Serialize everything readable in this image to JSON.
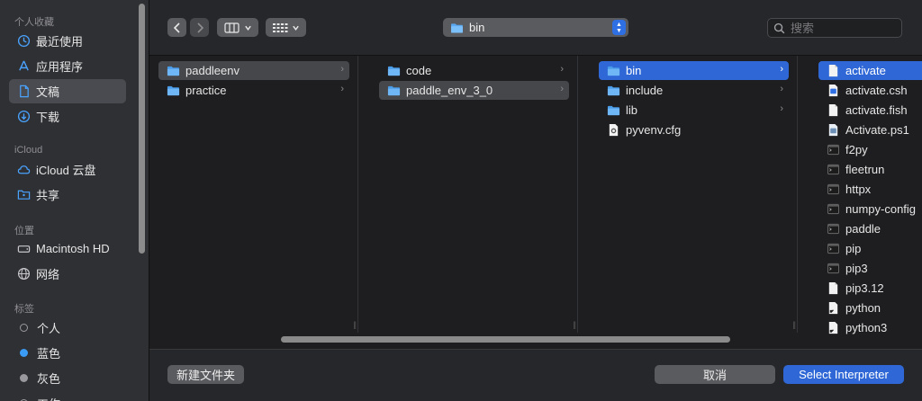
{
  "sidebar": {
    "favorites_title": "个人收藏",
    "favorites": [
      {
        "label": "最近使用",
        "icon": "clock-icon"
      },
      {
        "label": "应用程序",
        "icon": "apps-icon"
      },
      {
        "label": "文稿",
        "icon": "document-icon",
        "selected": true
      },
      {
        "label": "下载",
        "icon": "download-icon"
      }
    ],
    "icloud_title": "iCloud",
    "icloud": [
      {
        "label": "iCloud 云盘",
        "icon": "cloud-icon"
      },
      {
        "label": "共享",
        "icon": "shared-folder-icon"
      }
    ],
    "locations_title": "位置",
    "locations": [
      {
        "label": "Macintosh HD",
        "icon": "hard-drive-icon"
      },
      {
        "label": "网络",
        "icon": "globe-icon"
      }
    ],
    "tags_title": "标签",
    "tags": [
      {
        "label": "个人",
        "color": "none"
      },
      {
        "label": "蓝色",
        "color": "#3b9cf5"
      },
      {
        "label": "灰色",
        "color": "#98989d"
      },
      {
        "label": "工作",
        "color": "none"
      }
    ]
  },
  "toolbar": {
    "back_icon": "chevron-left-icon",
    "forward_icon": "chevron-right-icon",
    "view_icon": "columns-view-icon",
    "group_icon": "grid-group-icon",
    "path_label": "bin",
    "search_placeholder": "搜索"
  },
  "columns": [
    {
      "items": [
        {
          "label": "paddleenv",
          "type": "folder",
          "chevron": "›",
          "state": "gray"
        },
        {
          "label": "practice",
          "type": "folder",
          "chevron": "›",
          "state": ""
        }
      ]
    },
    {
      "items": [
        {
          "label": "code",
          "type": "folder",
          "chevron": "›",
          "state": ""
        },
        {
          "label": "paddle_env_3_0",
          "type": "folder",
          "chevron": "›",
          "state": "gray"
        }
      ]
    },
    {
      "items": [
        {
          "label": "bin",
          "type": "folder",
          "chevron": "›",
          "state": "blue"
        },
        {
          "label": "include",
          "type": "folder",
          "chevron": "›",
          "state": ""
        },
        {
          "label": "lib",
          "type": "folder",
          "chevron": "›",
          "state": ""
        },
        {
          "label": "pyvenv.cfg",
          "type": "config",
          "chevron": "",
          "state": ""
        }
      ]
    },
    {
      "items": [
        {
          "label": "activate",
          "type": "doc",
          "chevron": "",
          "state": "blue"
        },
        {
          "label": "activate.csh",
          "type": "doc-w",
          "chevron": "",
          "state": ""
        },
        {
          "label": "activate.fish",
          "type": "doc",
          "chevron": "",
          "state": ""
        },
        {
          "label": "Activate.ps1",
          "type": "doc-ps",
          "chevron": "",
          "state": ""
        },
        {
          "label": "f2py",
          "type": "exec",
          "chevron": "",
          "state": ""
        },
        {
          "label": "fleetrun",
          "type": "exec",
          "chevron": "",
          "state": ""
        },
        {
          "label": "httpx",
          "type": "exec",
          "chevron": "",
          "state": ""
        },
        {
          "label": "numpy-config",
          "type": "exec",
          "chevron": "",
          "state": ""
        },
        {
          "label": "paddle",
          "type": "exec",
          "chevron": "",
          "state": ""
        },
        {
          "label": "pip",
          "type": "exec",
          "chevron": "",
          "state": ""
        },
        {
          "label": "pip3",
          "type": "exec",
          "chevron": "",
          "state": ""
        },
        {
          "label": "pip3.12",
          "type": "doc",
          "chevron": "",
          "state": ""
        },
        {
          "label": "python",
          "type": "alias",
          "chevron": "",
          "state": ""
        },
        {
          "label": "python3",
          "type": "alias",
          "chevron": "",
          "state": ""
        }
      ]
    }
  ],
  "footer": {
    "new_folder": "新建文件夹",
    "cancel": "取消",
    "confirm": "Select Interpreter"
  }
}
